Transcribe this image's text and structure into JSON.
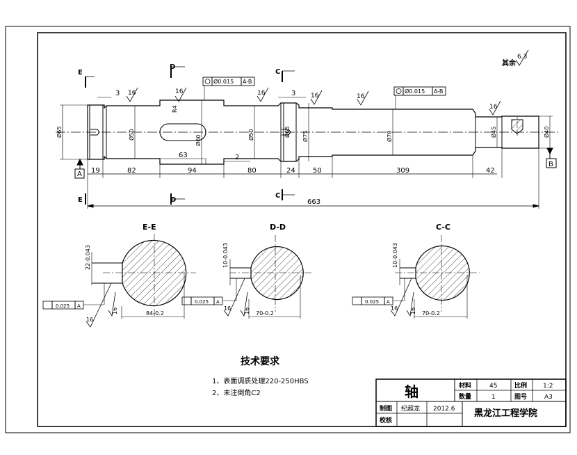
{
  "main_view": {
    "section_marks": {
      "e_top": "E",
      "e_bottom": "E",
      "d_top": "D",
      "d_bottom": "D",
      "c_top": "C",
      "c_bottom": "C"
    },
    "datum_a": "A",
    "datum_b": "B",
    "roughness": {
      "general": "16",
      "other_label": "其余",
      "other_value": "6.3"
    },
    "tolerance_1": {
      "value": "Ø0.015",
      "datum": "A-B"
    },
    "tolerance_2": {
      "value": "Ø0.015",
      "datum": "A-B"
    },
    "dims": {
      "chamfer_left": "3",
      "chamfer_right": "3",
      "d65": "Ø65",
      "d50": "Ø50",
      "d60": "Ø60",
      "d50b": "Ø50",
      "d75": "Ø75",
      "d70": "Ø70",
      "d45": "Ø45",
      "d40": "Ø40",
      "d65b": "Ø65",
      "r4": "R4",
      "keyway": "63",
      "gap": "2",
      "len_19": "19",
      "len_82": "82",
      "len_94": "94",
      "len_80": "80",
      "len_24": "24",
      "len_50": "50",
      "len_309": "309",
      "len_42": "42",
      "total": "663"
    }
  },
  "sections": [
    {
      "title": "E-E",
      "key_depth": "22-0.043",
      "key_width": "84-0.2",
      "tolerance": "0.025",
      "datum": "A",
      "roughness_a": "16",
      "roughness_b": "16"
    },
    {
      "title": "D-D",
      "key_depth": "10-0.043",
      "key_width": "70-0.2",
      "tolerance": "0.025",
      "datum": "A",
      "roughness_a": "16",
      "roughness_b": "16"
    },
    {
      "title": "C-C",
      "key_depth": "10-0.043",
      "key_width": "70-0.2",
      "tolerance": "0.025",
      "datum": "A",
      "roughness_a": "16",
      "roughness_b": "16"
    }
  ],
  "requirements": {
    "title": "技术要求",
    "items": [
      "1、表面调质处理220-250HBS",
      "2、未注倒角C2"
    ]
  },
  "title_block": {
    "part_name": "轴",
    "material_label": "材料",
    "material_value": "45",
    "scale_label": "比例",
    "scale_value": "1:2",
    "qty_label": "数量",
    "qty_value": "1",
    "drawing_no_label": "图号",
    "drawing_no_value": "A3",
    "drawn_label": "制图",
    "drawn_by": "纪超龙",
    "date": "2012.6",
    "checked_label": "校核",
    "school": "黑龙江工程学院"
  }
}
